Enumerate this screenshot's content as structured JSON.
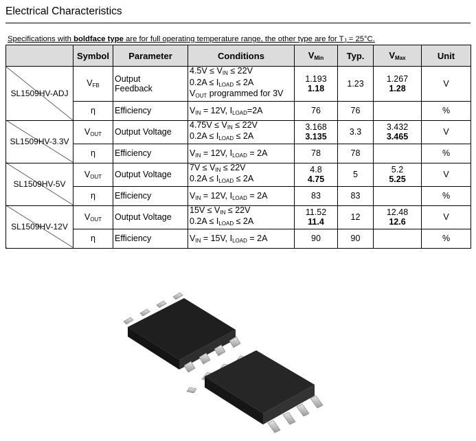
{
  "heading": "Electrical Characteristics",
  "note": {
    "pre": "Specifications with ",
    "bold": "boldface type",
    "post": " are for full operating temperature range, the other type are for T",
    "sub": "J",
    "tail": " = 25°C."
  },
  "columns": {
    "symbol": "Symbol",
    "parameter": "Parameter",
    "conditions": "Conditions",
    "vmin": "V",
    "vmin_sub": "Min",
    "typ": "Typ.",
    "vmax": "V",
    "vmax_sub": "Max",
    "unit": "Unit"
  },
  "rows": {
    "adj": {
      "device": "SL1509HV-ADJ",
      "vfb": {
        "symbol": "V",
        "symbol_sub": "FB",
        "param_1": "Output",
        "param_2": "Feedback",
        "cond_1": "4.5V ≤ V",
        "cond_1_sub": "IN",
        "cond_1_tail": " ≤ 22V",
        "cond_2": "0.2A ≤ I",
        "cond_2_sub": "LOAD",
        "cond_2_tail": " ≤ 2A",
        "cond_3": "V",
        "cond_3_sub": "OUT",
        "cond_3_tail": " programmed for 3V",
        "min": "1.193",
        "min_bold": "1.18",
        "typ": "1.23",
        "max": "1.267",
        "max_bold": "1.28",
        "unit": "V"
      },
      "eff": {
        "symbol": "η",
        "param": "Efficiency",
        "cond": "V",
        "cond_sub": "IN",
        "cond_mid": " = 12V, I",
        "cond_sub2": "LOAD",
        "cond_tail": "=2A",
        "min": "76",
        "typ": "76",
        "max": "",
        "unit": "%"
      }
    },
    "v33": {
      "device": "SL1509HV-3.3V",
      "vout": {
        "symbol": "V",
        "symbol_sub": "OUT",
        "param": "Output Voltage",
        "cond_1": "4.75V ≤ V",
        "cond_1_sub": "IN",
        "cond_1_tail": " ≤ 22V",
        "cond_2": "0.2A ≤ I",
        "cond_2_sub": "LOAD",
        "cond_2_tail": " ≤ 2A",
        "min": "3.168",
        "min_bold": "3.135",
        "typ": "3.3",
        "max": "3.432",
        "max_bold": "3.465",
        "unit": "V"
      },
      "eff": {
        "symbol": "η",
        "param": "Efficiency",
        "cond": "V",
        "cond_sub": "IN",
        "cond_mid": " = 12V, I",
        "cond_sub2": "LOAD",
        "cond_tail": " = 2A",
        "min": "78",
        "typ": "78",
        "max": "",
        "unit": "%"
      }
    },
    "v5": {
      "device": "SL1509HV-5V",
      "vout": {
        "symbol": "V",
        "symbol_sub": "OUT",
        "param": "Output Voltage",
        "cond_1": "7V ≤ V",
        "cond_1_sub": "IN",
        "cond_1_tail": " ≤ 22V",
        "cond_2": "0.2A ≤ I",
        "cond_2_sub": "LOAD",
        "cond_2_tail": " ≤ 2A",
        "min": "4.8",
        "min_bold": "4.75",
        "typ": "5",
        "max": "5.2",
        "max_bold": "5.25",
        "unit": "V"
      },
      "eff": {
        "symbol": "η",
        "param": "Efficiency",
        "cond": "V",
        "cond_sub": "IN",
        "cond_mid": " = 12V, I",
        "cond_sub2": "LOAD",
        "cond_tail": " = 2A",
        "min": "83",
        "typ": "83",
        "max": "",
        "unit": "%"
      }
    },
    "v12": {
      "device": "SL1509HV-12V",
      "vout": {
        "symbol": "V",
        "symbol_sub": "OUT",
        "param": "Output Voltage",
        "cond_1": "15V ≤ V",
        "cond_1_sub": "IN",
        "cond_1_tail": " ≤ 22V",
        "cond_2": "0.2A ≤ I",
        "cond_2_sub": "LOAD",
        "cond_2_tail": " ≤ 2A",
        "min": "11.52",
        "min_bold": "11.4",
        "typ": "12",
        "max": "12.48",
        "max_bold": "12.6",
        "unit": "V"
      },
      "eff": {
        "symbol": "η",
        "param": "Efficiency",
        "cond": "V",
        "cond_sub": "IN",
        "cond_mid": " = 15V, I",
        "cond_sub2": "LOAD",
        "cond_tail": " = 2A",
        "min": "90",
        "typ": "90",
        "max": "",
        "unit": "%"
      }
    }
  },
  "colors": {
    "header_bg": "#dcdcdc",
    "chip_body": "#2b2b2b",
    "pin": "#c8c8c8"
  },
  "image": {
    "icon": "soic8-package-photo"
  }
}
